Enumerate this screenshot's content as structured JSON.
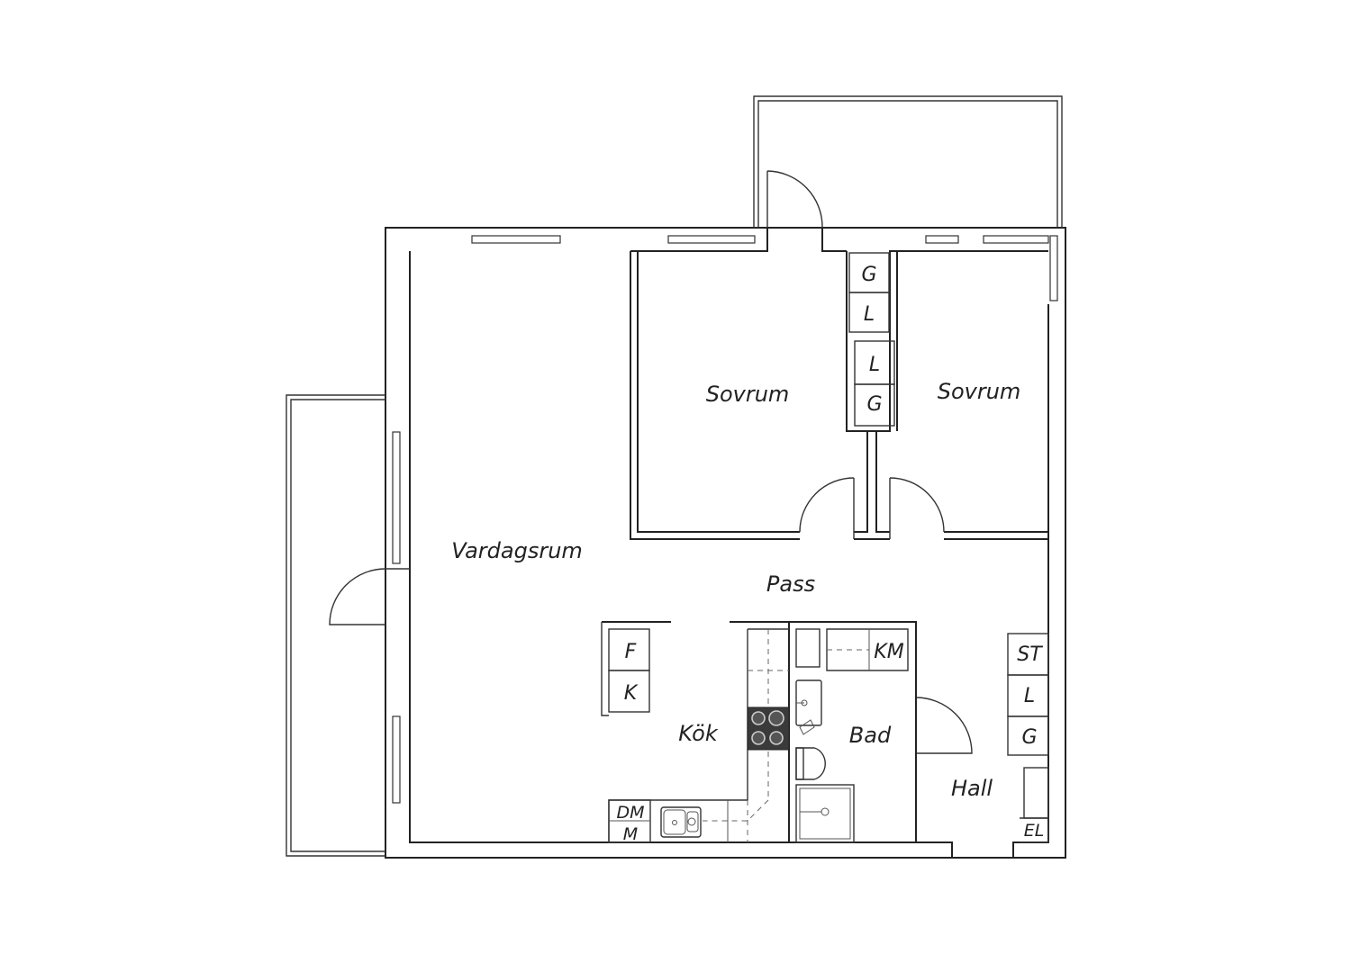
{
  "rooms": {
    "vardagsrum": "Vardagsrum",
    "sovrum_left": "Sovrum",
    "sovrum_right": "Sovrum",
    "pass": "Pass",
    "kok": "Kök",
    "bad": "Bad",
    "hall": "Hall"
  },
  "fixtures": {
    "wardrobe_top_g": "G",
    "wardrobe_top_l": "L",
    "wardrobe_mid_l": "L",
    "wardrobe_mid_g": "G",
    "fridge": "F",
    "freezer": "K",
    "washer": "KM",
    "hall_st": "ST",
    "hall_l": "L",
    "hall_g": "G",
    "dishwasher": "DM",
    "microwave": "M",
    "electric": "EL"
  },
  "colors": {
    "line": "#222222",
    "background": "#ffffff",
    "hob": "#3a3a3a"
  }
}
